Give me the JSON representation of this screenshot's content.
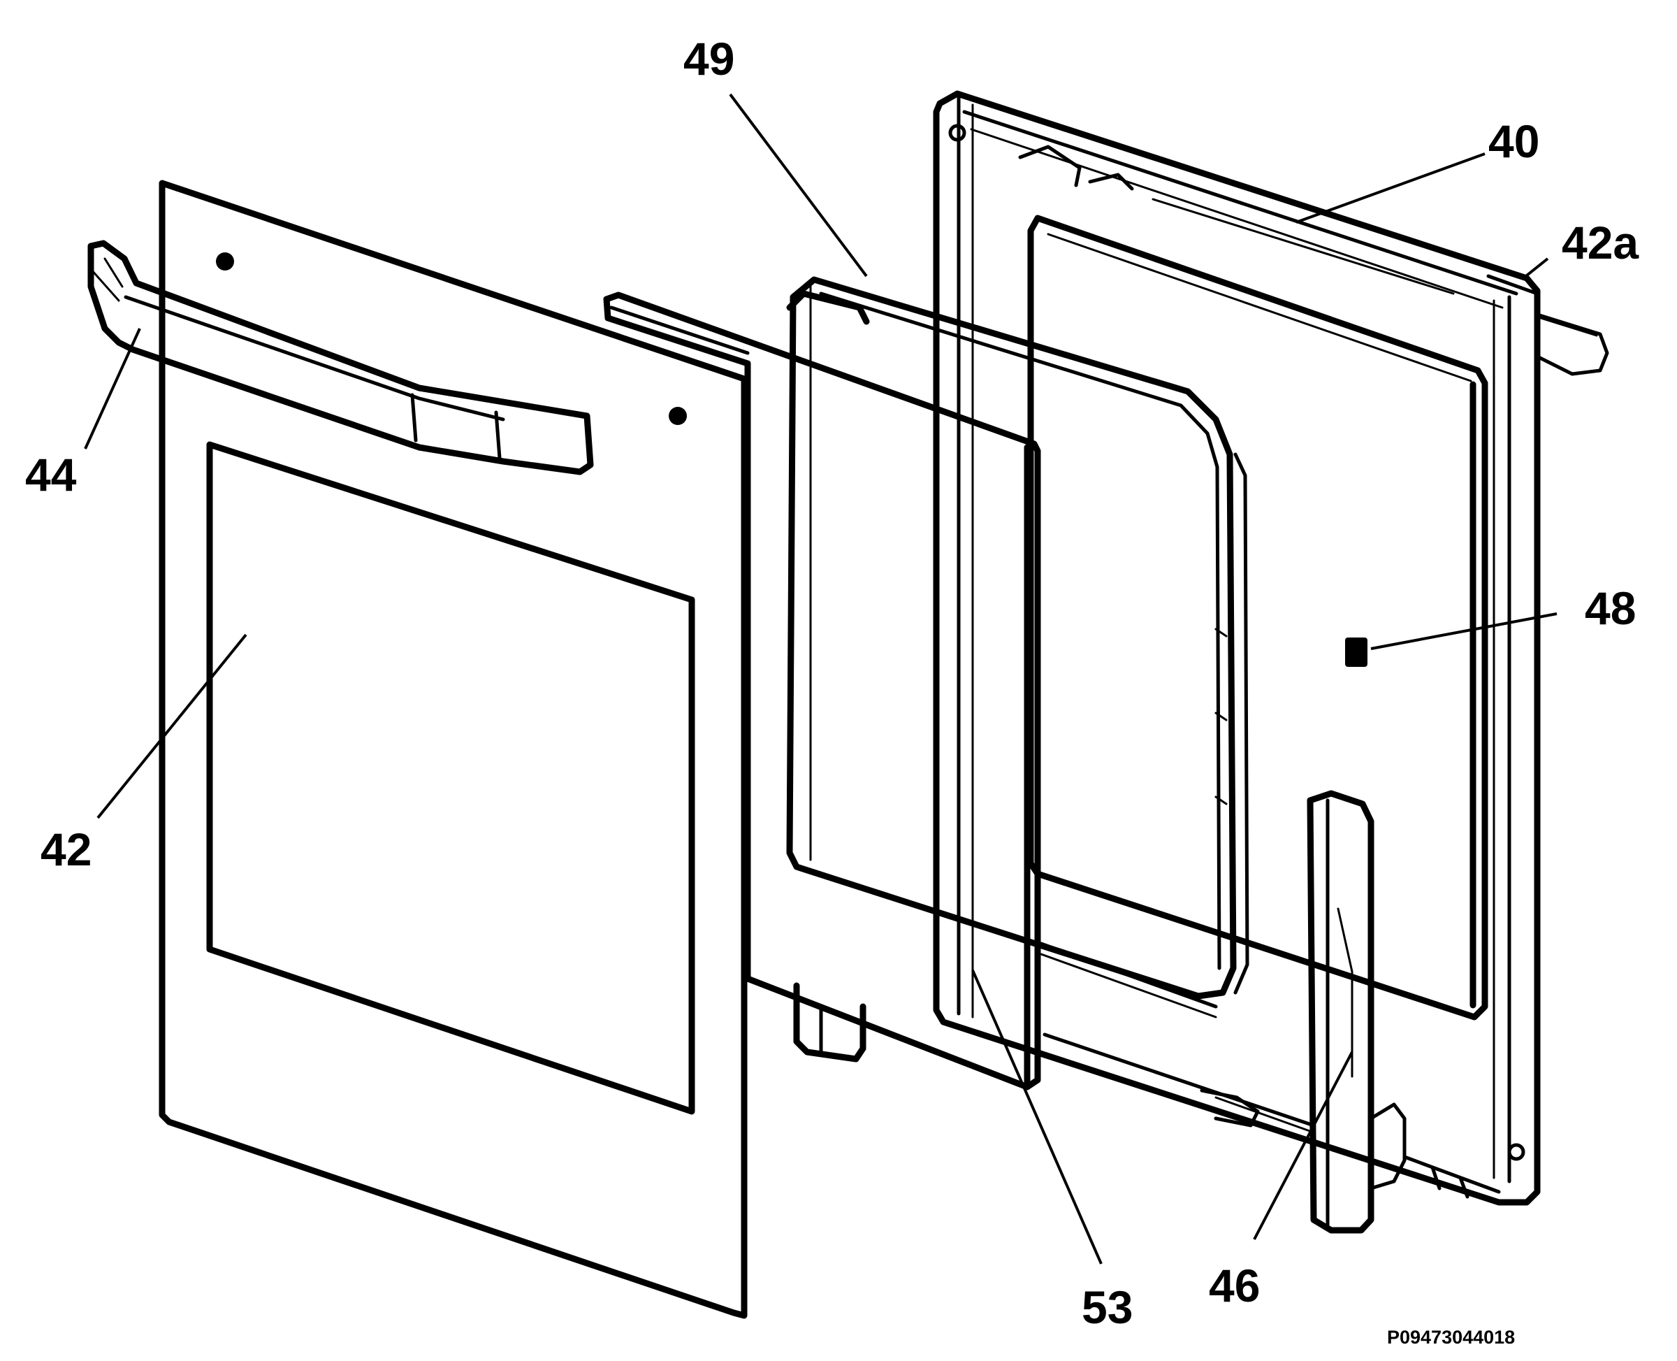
{
  "callouts": {
    "c40": "40",
    "c42": "42",
    "c42a": "42a",
    "c44": "44",
    "c46": "46",
    "c48": "48",
    "c49": "49",
    "c53": "53"
  },
  "reference_code": "P09473044018"
}
